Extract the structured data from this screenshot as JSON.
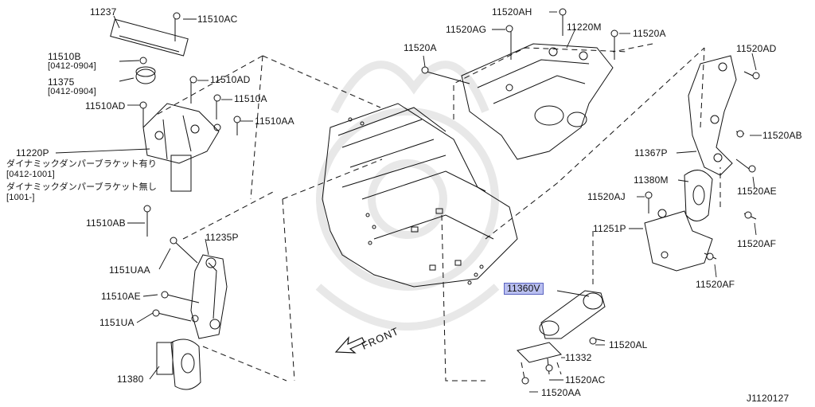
{
  "diagram_id": "J1120127",
  "front_label": "FRONT",
  "labels": {
    "p11237": "11237",
    "p11510AC": "11510AC",
    "p11510B": "11510B",
    "p11510B_range": "[0412-0904]",
    "p11375": "11375",
    "p11375_range": "[0412-0904]",
    "p11510AD_top": "11510AD",
    "p11510AD_left": "11510AD",
    "p11510A_left": "11510A",
    "p11510AA": "11510AA",
    "p11220P": "11220P",
    "note_with_bracket": "ダイナミックダンパーブラケット有り",
    "note_with_range": "[0412-1001]",
    "note_without_bracket": "ダイナミックダンパーブラケット無し",
    "note_without_range": "[1001-]",
    "p11510AB": "11510AB",
    "p11235P": "11235P",
    "p1151UAA": "1151UAA",
    "p11510AE": "11510AE",
    "p1151UA": "1151UA",
    "p11380_left": "11380",
    "p11520AH": "11520AH",
    "p11520AG": "11520AG",
    "p11220M": "11220M",
    "p11520A_top": "11520A",
    "p11520A_left": "11520A",
    "p11520AD": "11520AD",
    "p11520AB": "11520AB",
    "p11367P": "11367P",
    "p11380M": "11380M",
    "p11520AE": "11520AE",
    "p11520AJ": "11520AJ",
    "p11251P": "11251P",
    "p11520AF_top": "11520AF",
    "p11520AF_bottom": "11520AF",
    "p11360V": "11360V",
    "p11520AL": "11520AL",
    "p11332": "11332",
    "p11520AC": "11520AC",
    "p11520AA": "11520AA"
  },
  "colors": {
    "line": "#111111",
    "highlight_bg": "#b9bff0",
    "highlight_border": "#5a63c0",
    "watermark": "#e6e6e6"
  }
}
